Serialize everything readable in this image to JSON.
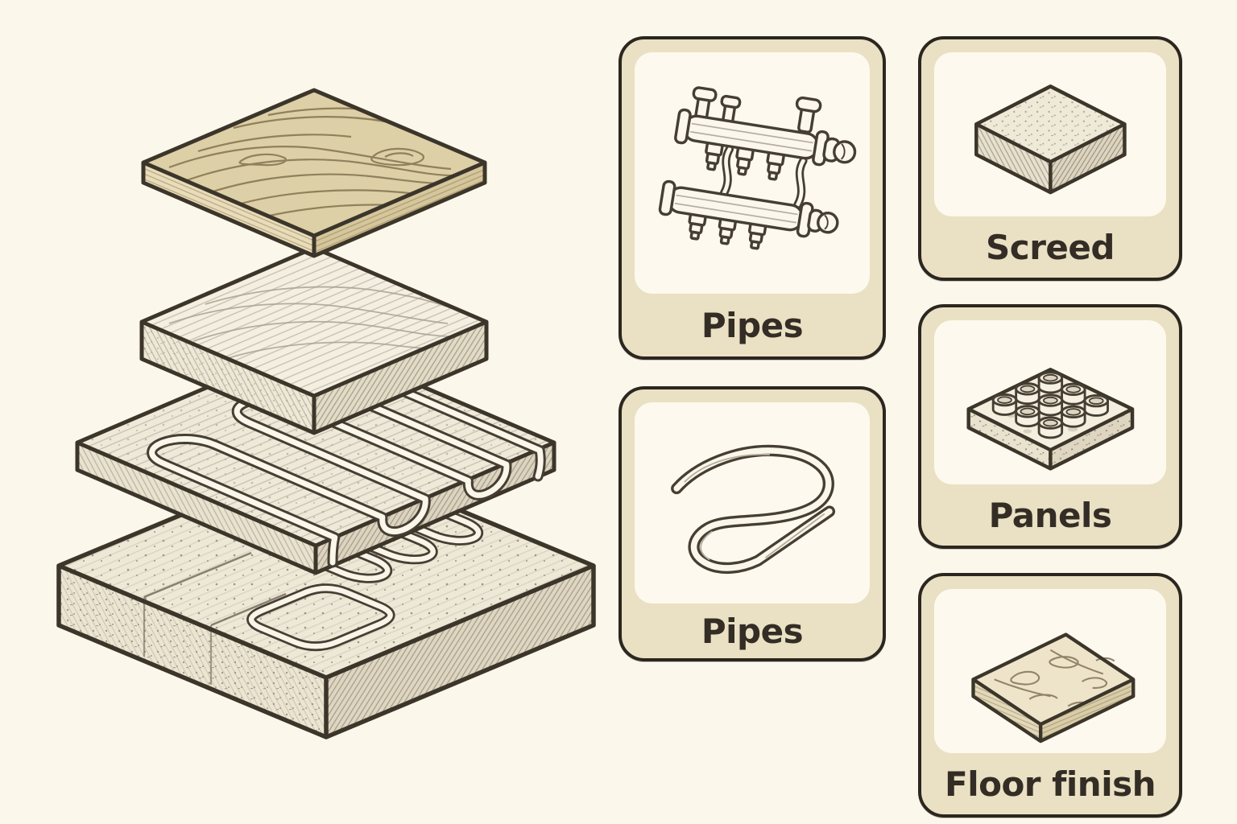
{
  "colors": {
    "page_background": "#fbf7ea",
    "card_background": "#eae0c3",
    "card_border": "#2b261f",
    "card_panel_background": "#fdf9ee",
    "label_text": "#332d26",
    "line_work": "#463e33",
    "wood_fill": "#ddcfa6"
  },
  "cards": [
    {
      "label": "Pipes",
      "icon": "manifold-icon"
    },
    {
      "label": "Screed",
      "icon": "screed-slab-icon"
    },
    {
      "label": "Panels",
      "icon": "studded-panel-icon"
    },
    {
      "label": "Pipes",
      "icon": "pipe-coil-icon"
    },
    {
      "label": "Floor finish",
      "icon": "floor-plank-icon"
    }
  ],
  "diagram": {
    "icon": "exploded-floor-heating-layers-illustration",
    "layer_icons": [
      "floor-finish-layer",
      "screed-layer",
      "pipe-panel-layer",
      "subfloor-base-layer"
    ]
  }
}
